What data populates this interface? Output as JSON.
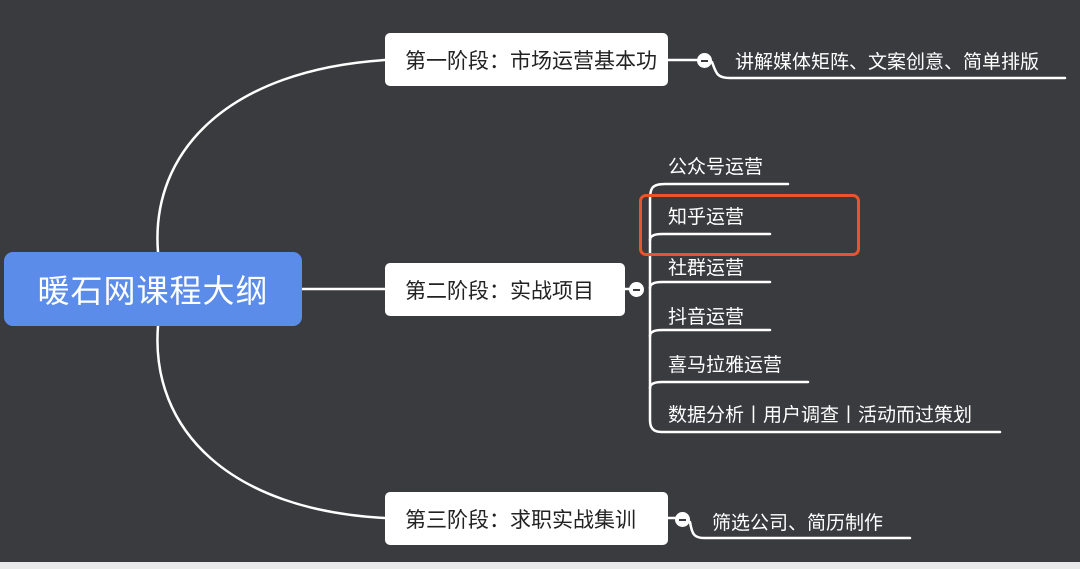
{
  "colors": {
    "background": "#3a3b3f",
    "root_fill": "#5b8cea",
    "node_fill": "#ffffff",
    "connector": "#ffffff",
    "highlight": "#e8542e"
  },
  "root": {
    "label": "暖石网课程大纲"
  },
  "stages": [
    {
      "label": "第一阶段：市场运营基本功",
      "children": [
        "讲解媒体矩阵、文案创意、简单排版"
      ]
    },
    {
      "label": "第二阶段：实战项目",
      "children": [
        "公众号运营",
        "知乎运营",
        "社群运营",
        "抖音运营",
        "喜马拉雅运营",
        "数据分析丨用户调查丨活动而过策划"
      ]
    },
    {
      "label": "第三阶段：求职实战集训",
      "children": [
        "筛选公司、简历制作"
      ]
    }
  ],
  "highlighted_item": "知乎运营"
}
